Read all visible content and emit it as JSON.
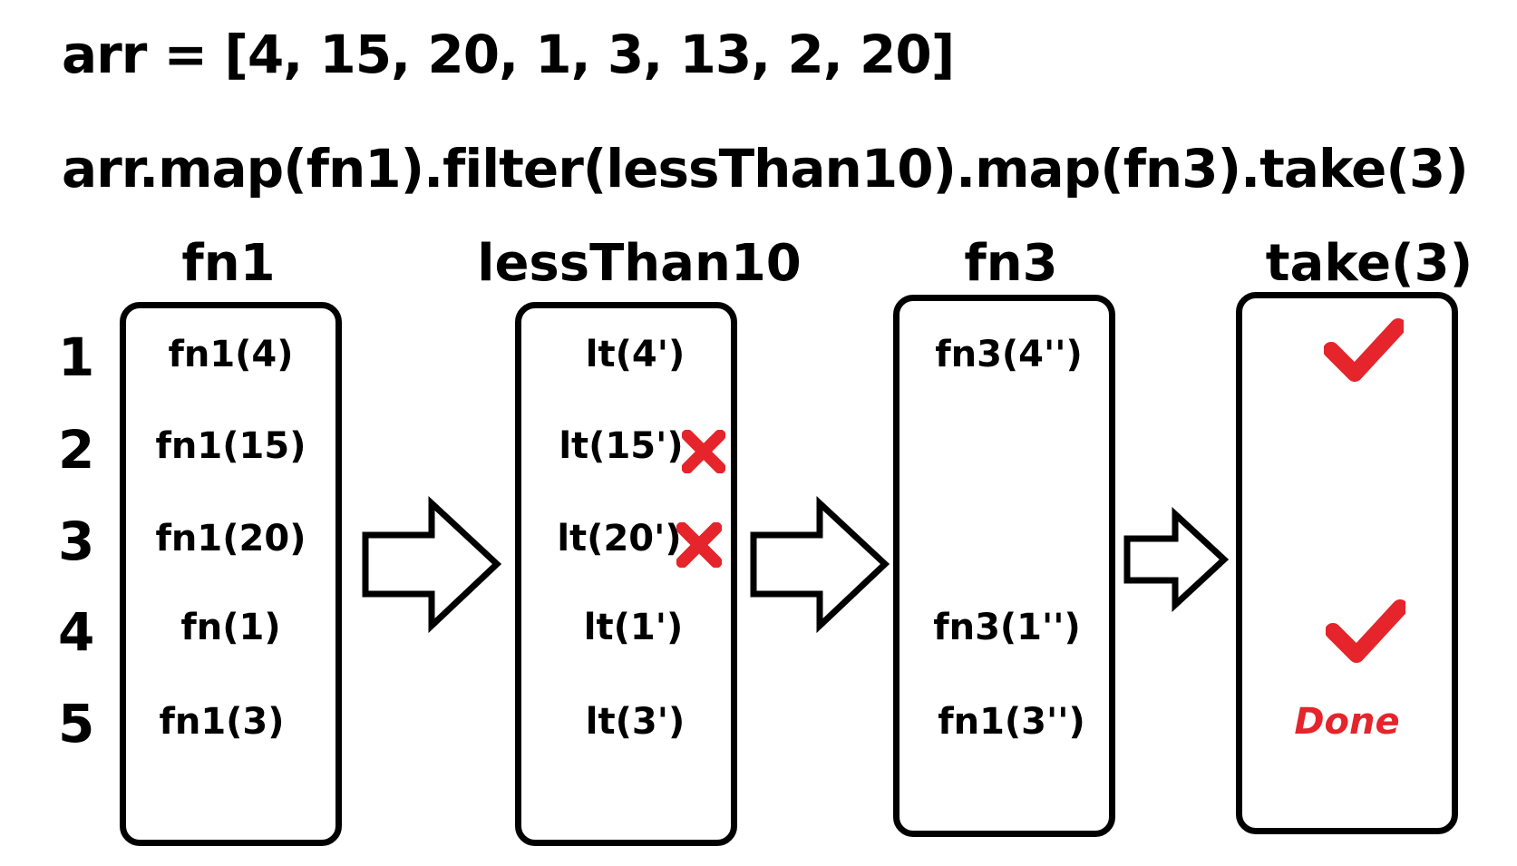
{
  "code": {
    "line1": "arr = [4, 15, 20, 1, 3, 13, 2, 20]",
    "line2": "arr.map(fn1).filter(lessThan10).map(fn3).take(3)"
  },
  "row_numbers": [
    "1",
    "2",
    "3",
    "4",
    "5"
  ],
  "columns": [
    {
      "title": "fn1",
      "cells": [
        "fn1(4)",
        "fn1(15)",
        "fn1(20)",
        "fn(1)",
        "fn1(3)"
      ]
    },
    {
      "title": "lessThan10",
      "cells": [
        "lt(4')",
        "lt(15')",
        "lt(20')",
        "lt(1')",
        "lt(3')"
      ]
    },
    {
      "title": "fn3",
      "cells": [
        "fn3(4'')",
        "",
        "",
        "fn3(1'')",
        "fn1(3'')"
      ]
    },
    {
      "title": "take(3)",
      "cells": [
        "",
        "",
        "",
        "",
        ""
      ]
    }
  ],
  "marks": {
    "reject_rows": [
      1,
      2
    ],
    "accept_rows": [
      0,
      3
    ],
    "done_label": "Done"
  },
  "colors": {
    "accent_red": "#e5242b",
    "stroke": "#000000",
    "background": "#ffffff"
  },
  "icons": [
    "cross-icon",
    "check-icon",
    "right-arrow-icon"
  ]
}
